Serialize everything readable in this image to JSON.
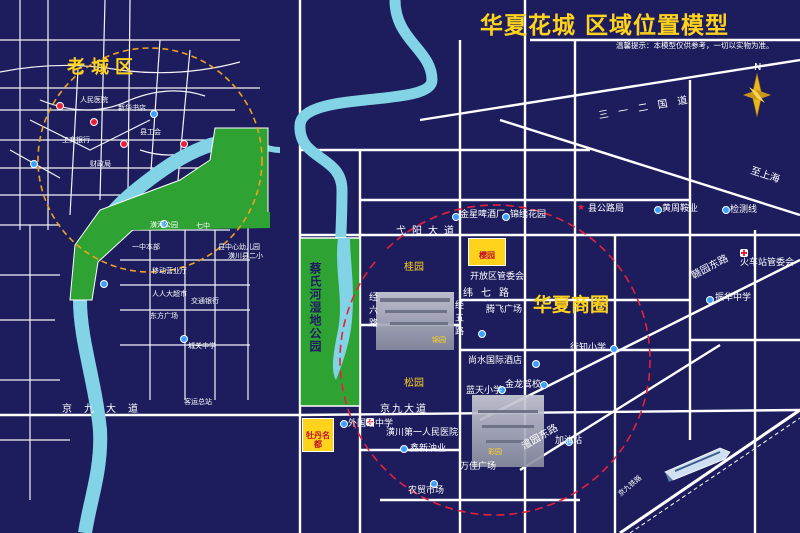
{
  "title": "华夏花城  区域位置模型",
  "note": "温馨提示：本模型仅供参考，一切以实物为准。",
  "old_city": "老城区",
  "business_circle": "华夏商圈",
  "compass_n": "N",
  "roads": {
    "guodao": "三一二国道",
    "to_shanghai": "至上海",
    "yiyang": "弋阳大道",
    "jingjiu": "京九大道",
    "jingjiu_left": "京九大道",
    "jingliu": "经六路",
    "jingwu": "经五路",
    "weiqi": "纬七路",
    "ganyuan": "赣园东路",
    "liyuan": "澧园东路",
    "jingjiu_rail": "京九铁路"
  },
  "park": "蔡氏河湿地公园",
  "badges": {
    "yingyuan": "樱园",
    "guiyuan": "桂园",
    "songyuan": "松园",
    "peony": "牡丹名都",
    "jingyuan": "锦园",
    "caiyuan": "彩园"
  },
  "places": {
    "jinxing": "金星啤酒厂",
    "jinxiu": "锦绣花园",
    "xiangongluju": "县公路局",
    "huangzhou": "黄周鞍业",
    "jiancexian": "检测线",
    "kaifaqu": "开放区管委会",
    "huochezhan": "火车站管委会",
    "tengfei": "腾飞广场",
    "zhenhua": "振华中学",
    "shangshui": "尚水国际酒店",
    "xingzhi": "行知小学",
    "lantian": "蓝天小学",
    "jinlong": "金龙驾校",
    "waiguoyu": "外国语中学",
    "diyi": "潢川第一人民医院",
    "jiayouzhan": "加油站",
    "xinxin": "鑫新油业",
    "wanjia": "万佳广场",
    "nongmao": "农贸市场"
  },
  "oldcity_labels": {
    "a": "一中本部",
    "b": "县中心幼儿园",
    "c": "潢川县二小",
    "d": "移动营业厅",
    "e": "人人大超市",
    "f": "交通银行",
    "g": "东方广场",
    "h": "人民医院",
    "i": "新华书店",
    "j": "县工会",
    "k": "工商银行",
    "l": "财政局",
    "m": "潢河公园",
    "n": "城关中学",
    "o": "客运总站",
    "p": "七中"
  },
  "colors": {
    "bg": "#1d1d5e",
    "road": "#ffffff",
    "river": "#82d3e6",
    "green": "#2fa234",
    "yellow": "#ffd21c",
    "red_dash": "#e8203a",
    "orange_dash": "#f0a020"
  }
}
